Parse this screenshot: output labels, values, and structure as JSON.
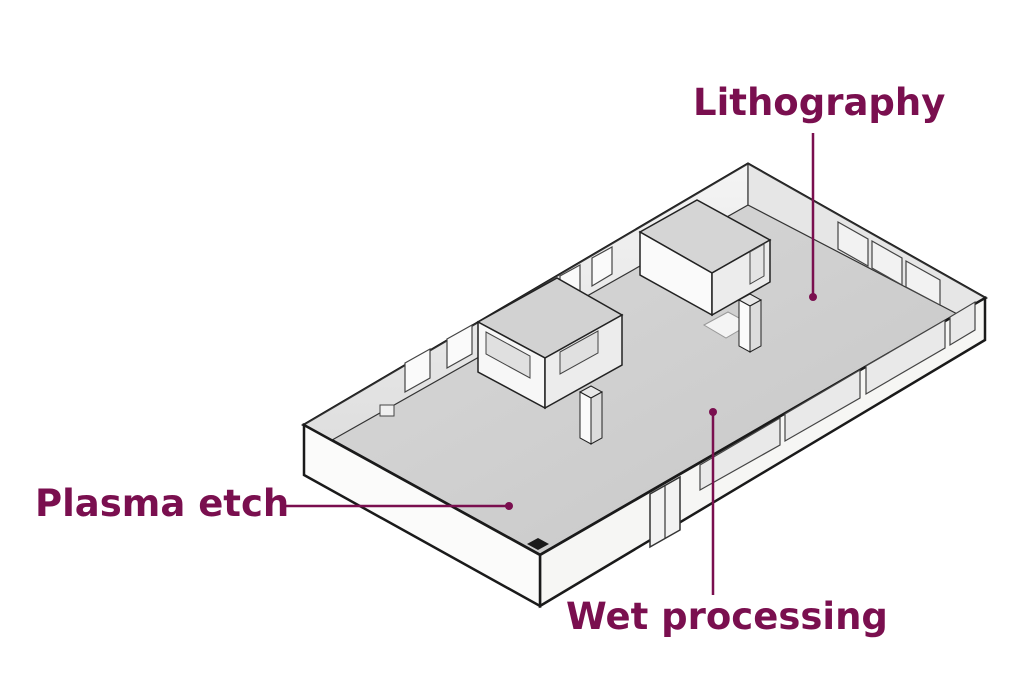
{
  "colors": {
    "accent": "#7a0f4f",
    "floor": "#cfcfcf",
    "wall_outer": "#f6f6f4",
    "wall_inner": "#ebebeb",
    "outline": "#1a1a1a"
  },
  "labels": {
    "lithography": "Lithography",
    "plasma_etch": "Plasma etch",
    "wet_processing": "Wet processing"
  }
}
